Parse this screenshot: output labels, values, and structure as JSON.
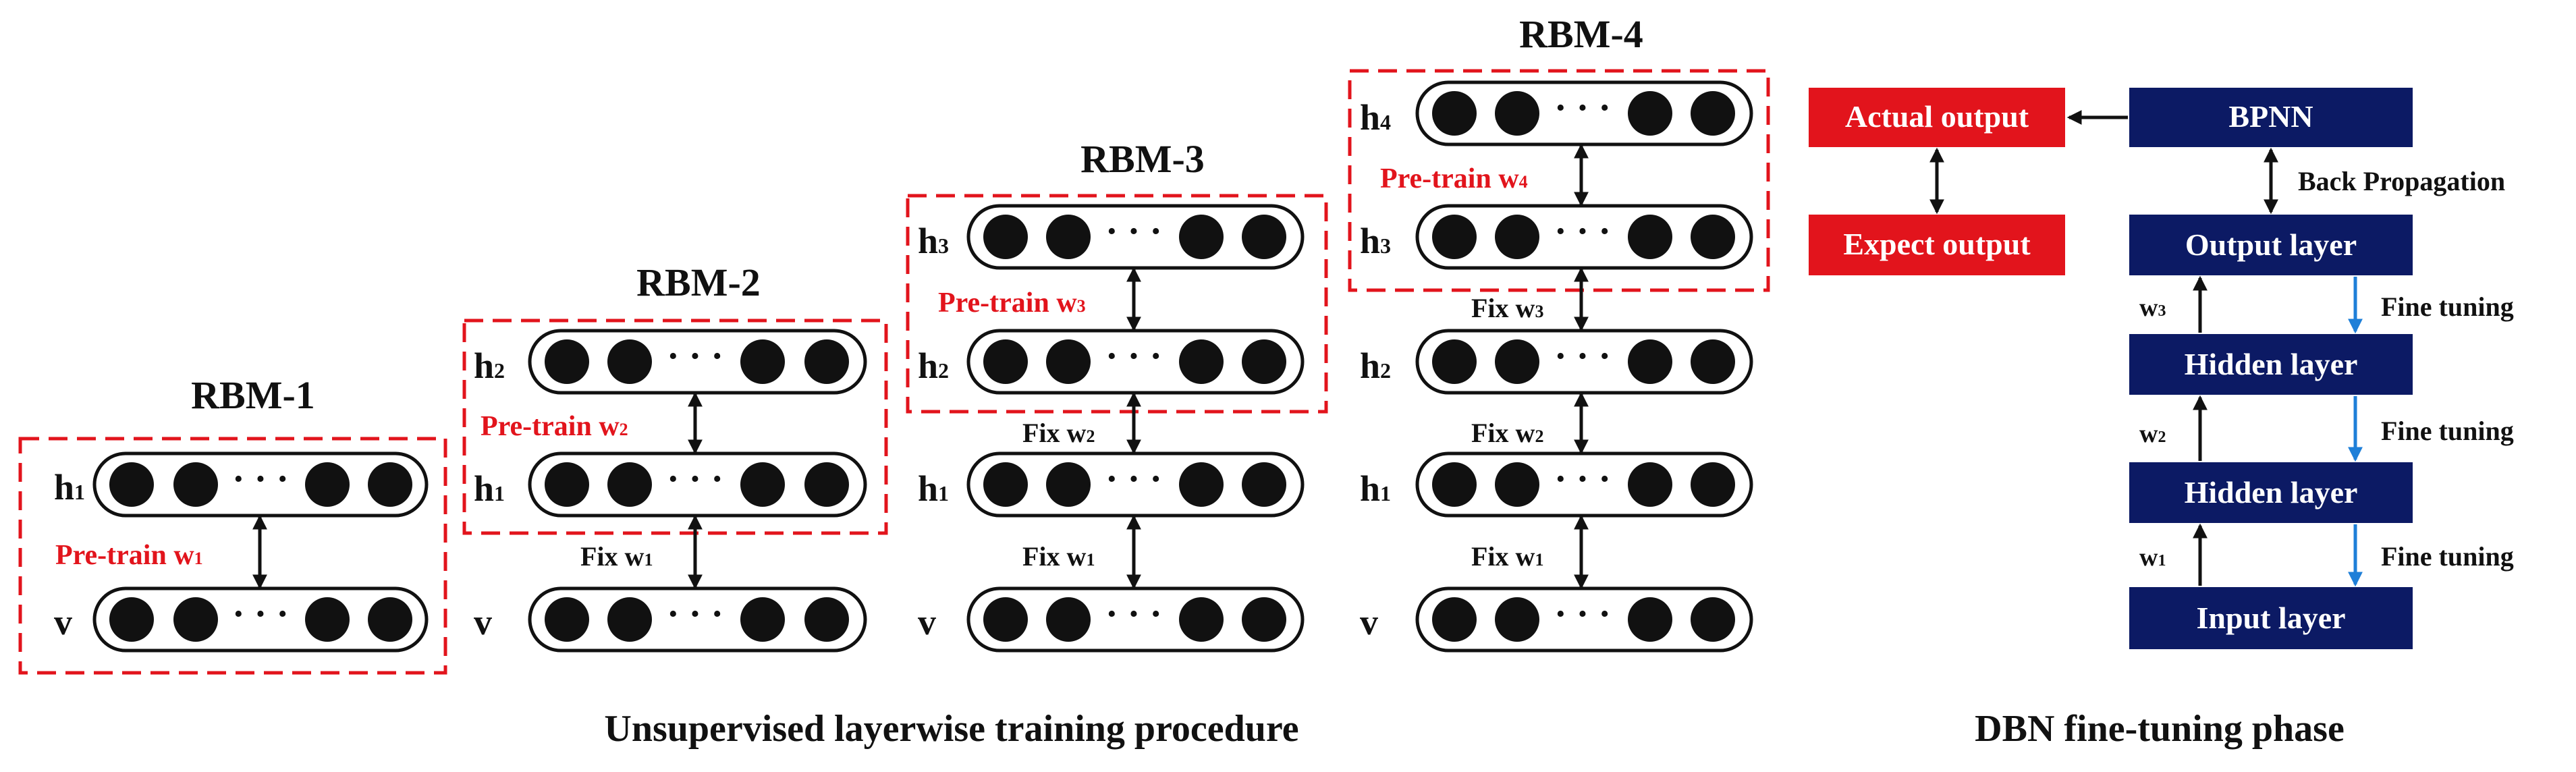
{
  "colors": {
    "highlight_red": "#e2141c",
    "navy": "#0c1a64",
    "fine_tune_blue": "#1e7fd8",
    "ink": "#111111"
  },
  "left_panel": {
    "caption": "Unsupervised layerwise training procedure",
    "dots": "· · ·",
    "rbms": [
      {
        "title": "RBM-1",
        "layers": [
          {
            "main": "h",
            "sub": "1"
          },
          {
            "main": "v",
            "sub": ""
          }
        ],
        "pretrain": {
          "main": "Pre-train w",
          "sub": "1"
        },
        "fixes": []
      },
      {
        "title": "RBM-2",
        "layers": [
          {
            "main": "h",
            "sub": "2"
          },
          {
            "main": "h",
            "sub": "1"
          },
          {
            "main": "v",
            "sub": ""
          }
        ],
        "pretrain": {
          "main": "Pre-train w",
          "sub": "2"
        },
        "fixes": [
          {
            "main": "Fix w",
            "sub": "1"
          }
        ]
      },
      {
        "title": "RBM-3",
        "layers": [
          {
            "main": "h",
            "sub": "3"
          },
          {
            "main": "h",
            "sub": "2"
          },
          {
            "main": "h",
            "sub": "1"
          },
          {
            "main": "v",
            "sub": ""
          }
        ],
        "pretrain": {
          "main": "Pre-train w",
          "sub": "3"
        },
        "fixes": [
          {
            "main": "Fix w",
            "sub": "2"
          },
          {
            "main": "Fix w",
            "sub": "1"
          }
        ]
      },
      {
        "title": "RBM-4",
        "layers": [
          {
            "main": "h",
            "sub": "4"
          },
          {
            "main": "h",
            "sub": "3"
          },
          {
            "main": "h",
            "sub": "2"
          },
          {
            "main": "h",
            "sub": "1"
          },
          {
            "main": "v",
            "sub": ""
          }
        ],
        "pretrain": {
          "main": "Pre-train w",
          "sub": "4"
        },
        "fixes": [
          {
            "main": "Fix w",
            "sub": "3"
          },
          {
            "main": "Fix w",
            "sub": "2"
          },
          {
            "main": "Fix w",
            "sub": "1"
          }
        ]
      }
    ]
  },
  "right_panel": {
    "caption": "DBN fine-tuning phase",
    "actual_output": "Actual output",
    "expect_output": "Expect output",
    "bpnn": "BPNN",
    "back_propagation": "Back Propagation",
    "layers": [
      "Output layer",
      "Hidden layer",
      "Hidden layer",
      "Input layer"
    ],
    "weights": [
      {
        "main": "w",
        "sub": "3"
      },
      {
        "main": "w",
        "sub": "2"
      },
      {
        "main": "w",
        "sub": "1"
      }
    ],
    "fine_tuning": [
      "Fine tuning",
      "Fine tuning",
      "Fine tuning"
    ]
  }
}
